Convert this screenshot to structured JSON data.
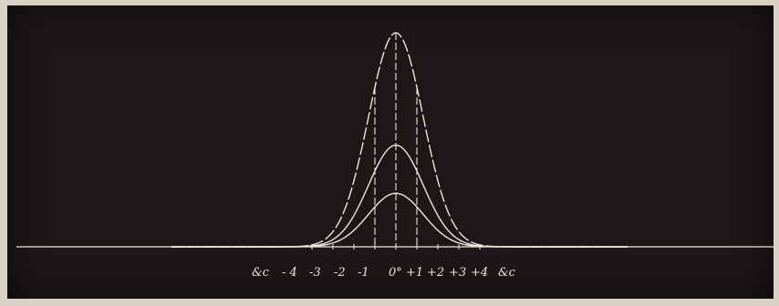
{
  "diagram": {
    "curve_count": 3,
    "curves": [
      {
        "peak_relative": 1.0
      },
      {
        "peak_relative": 0.475
      },
      {
        "peak_relative": 0.25
      }
    ],
    "vertical_guides_at": [
      -1,
      0,
      1
    ],
    "dashed_guides": true
  },
  "axis_labels": {
    "left_etc": "&c",
    "minus_ticks": [
      "- 4",
      "-3",
      "-2",
      "-1"
    ],
    "zero": "0°",
    "plus_ticks": [
      "+1",
      "+2",
      "+3",
      "+4"
    ],
    "right_etc": "&c"
  },
  "colors": {
    "background": "#1c1817",
    "paper": "#d9d1c4",
    "ink": "#ece7dd"
  }
}
